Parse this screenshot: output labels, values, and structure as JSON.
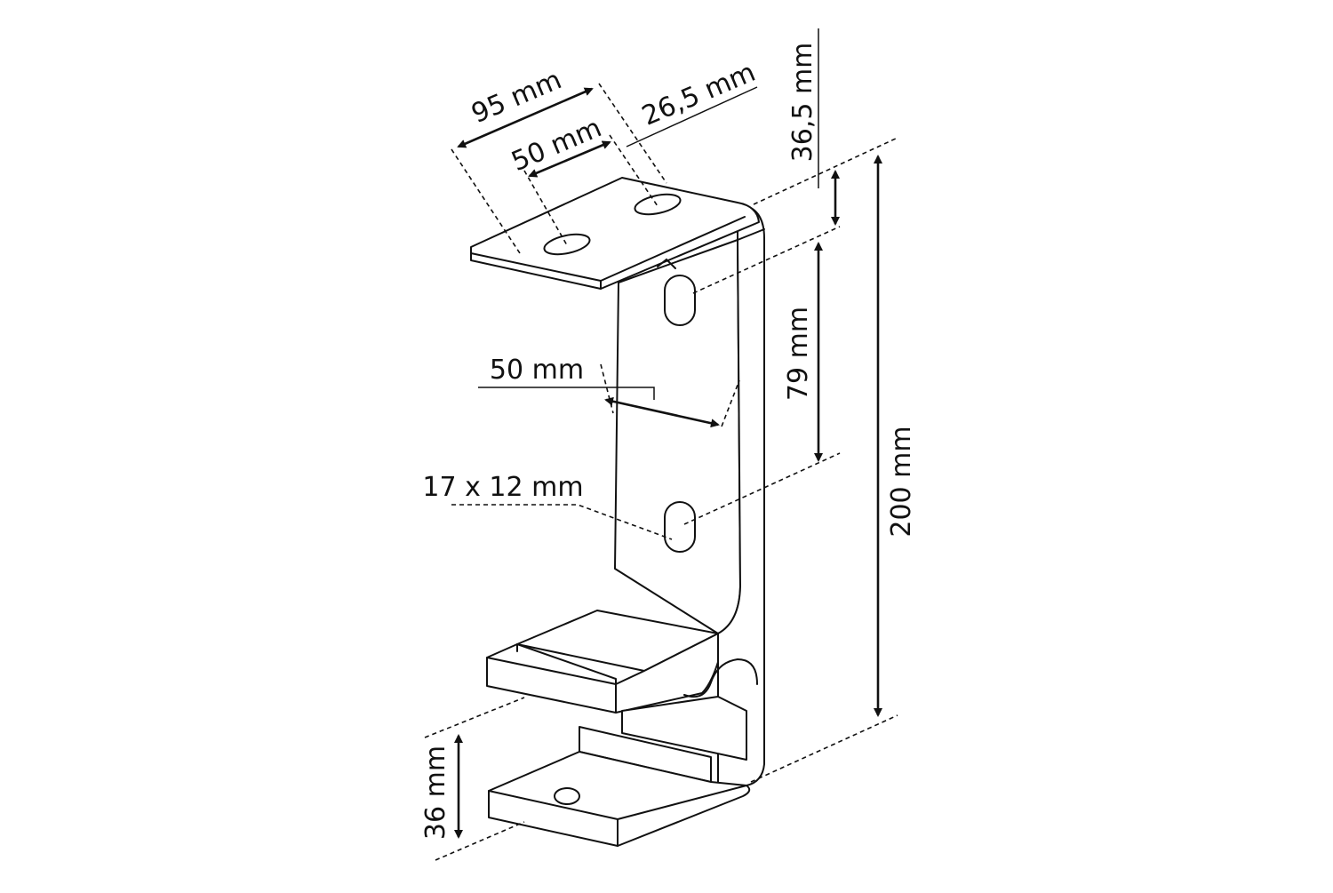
{
  "colors": {
    "line": "#111111",
    "background": "#ffffff"
  },
  "labels": {
    "top_width": "95 mm",
    "top_hole_spacing": "50 mm",
    "top_edge_offset": "26,5 mm",
    "top_height": "36,5 mm",
    "total_height": "200 mm",
    "slot_spacing": "79 mm",
    "back_width": "50 mm",
    "slot_size": "17 x 12 mm",
    "bottom_height": "36 mm"
  }
}
